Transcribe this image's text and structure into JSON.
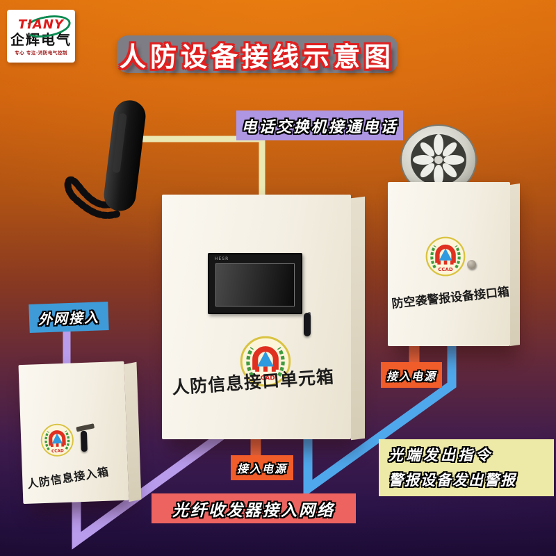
{
  "logo": {
    "brand": "TIANY",
    "company": "企辉电气",
    "tagline": "专心 专注·消防电气控制"
  },
  "title": "人防设备接线示意图",
  "callouts": {
    "phone_switch": "电话交换机接通电话",
    "extranet": "外网接入",
    "power_main": "接入电源",
    "power_alarm": "接入电源",
    "fiber_network": "光纤收发器接入网络",
    "command_line1": "光端发出指令",
    "command_line2": "警报设备发出警报"
  },
  "devices": {
    "main_box": {
      "name": "人防信息接口单元箱",
      "screen_brand": "HESR"
    },
    "alarm_box": {
      "name": "防空袭警报设备接口箱"
    },
    "access_box": {
      "name": "人防信息接入箱"
    },
    "emblem_text": "CCAD"
  },
  "colors": {
    "wire_phone": "#ece8b4",
    "wire_purple": "#b99cec",
    "wire_blue": "#4fa8ec",
    "wire_orange": "#f2693c",
    "chip_purple": "#ae96e2",
    "chip_blue": "#3e9bd8",
    "chip_orange": "#f05c2a",
    "chip_coral": "#ed6360",
    "chip_yellow": "#ede9a6",
    "banner_gray": "#7e7d85",
    "title_outline_red": "#e02020",
    "background_top": "#dd6f0e",
    "background_bottom": "#1d0c38"
  }
}
